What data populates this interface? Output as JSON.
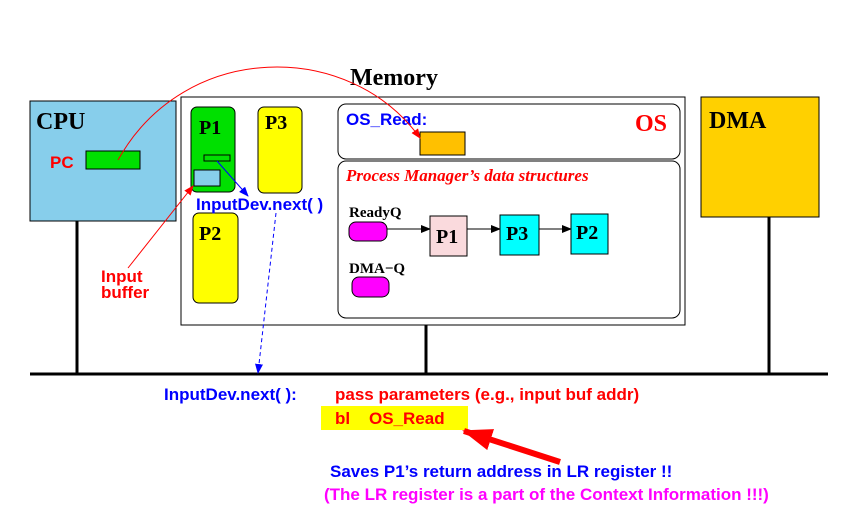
{
  "memory": {
    "label": "Memory"
  },
  "cpu": {
    "label": "CPU",
    "pc_label": "PC"
  },
  "dma": {
    "label": "DMA"
  },
  "processes": {
    "p1": "P1",
    "p2": "P2",
    "p3": "P3"
  },
  "os": {
    "label": "OS",
    "os_read_label": "OS_Read:",
    "pm_title": "Process Manager’s data structures",
    "readyq_label": "ReadyQ",
    "readyq_items": [
      "P1",
      "P3",
      "P2"
    ],
    "dmaq_label": "DMA−Q"
  },
  "annotations": {
    "inputdev_call": "InputDev.next( )",
    "input_buffer_line1": "Input",
    "input_buffer_line2": "buffer",
    "inputdev_def": "InputDev.next( ):",
    "pass_params": "pass parameters (e.g., input buf addr)",
    "bl_instr": "bl",
    "bl_target": "OS_Read",
    "saves_note": "Saves P1’s return address in LR register !!",
    "context_note": "(The LR register is a part of the Context Information !!!)"
  },
  "colors": {
    "cpu_fill": "#87ceeb",
    "pc_fill": "#00e000",
    "p1_fill": "#00e000",
    "p23_fill": "#ffff00",
    "dma_fill": "#ffd000",
    "os_read_fill": "#ffc000",
    "queue_head_fill": "#ff00ff",
    "readyq_p1_fill": "#fadadd",
    "readyq_p3p2_fill": "#00ffff",
    "input_buf_fill": "#87ceeb",
    "highlight_fill": "#ffff00",
    "red": "#ff0000",
    "blue": "#0000ff",
    "magenta": "#ff00ff"
  }
}
